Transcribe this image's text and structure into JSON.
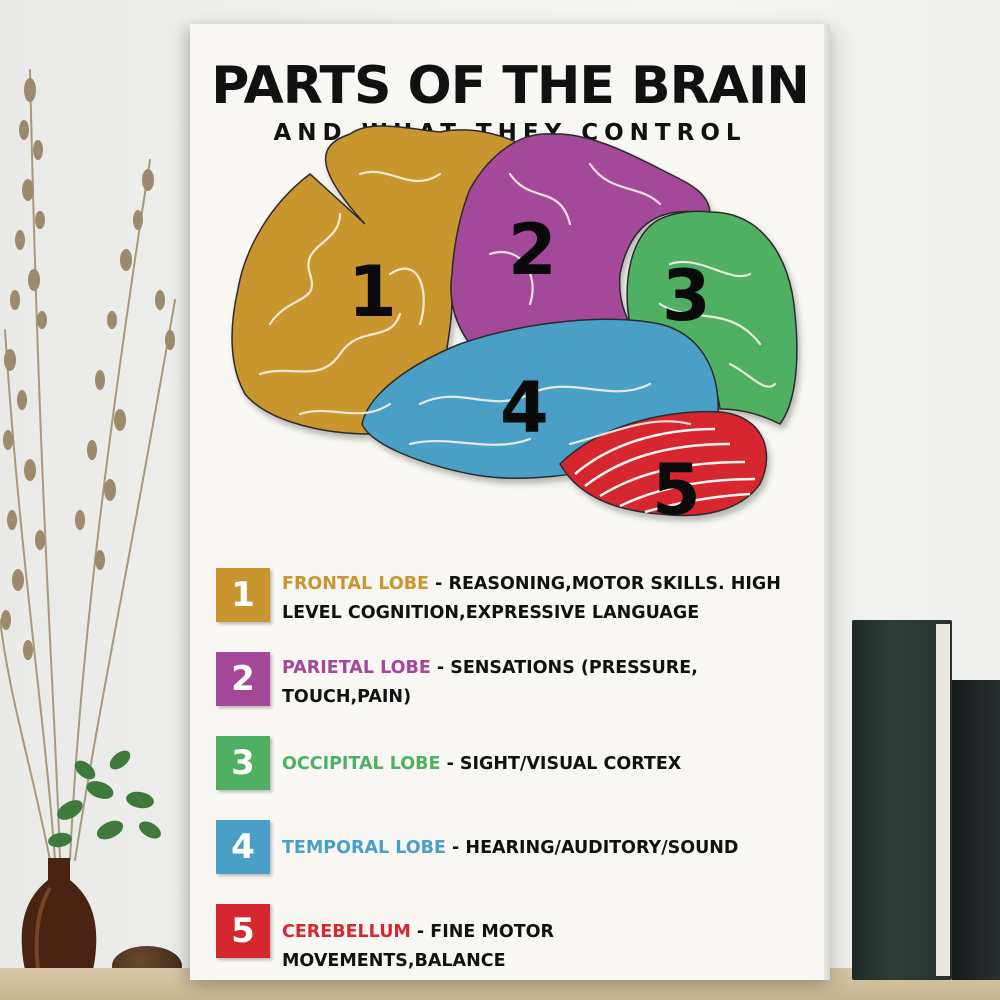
{
  "poster": {
    "title": "PARTS OF THE BRAIN",
    "subtitle": "AND WHAT THEY CONTROL",
    "lobes": [
      {
        "number": "1",
        "color": "#c9952f"
      },
      {
        "number": "2",
        "color": "#a4489a"
      },
      {
        "number": "3",
        "color": "#4fb063"
      },
      {
        "number": "4",
        "color": "#4a9fc6"
      },
      {
        "number": "5",
        "color": "#d6262f"
      }
    ],
    "legend": [
      {
        "number": "1",
        "name": "FRONTAL LOBE",
        "description": " - REASONING,MOTOR SKILLS. HIGH LEVEL COGNITION,EXPRESSIVE LANGUAGE",
        "color": "#c9952f"
      },
      {
        "number": "2",
        "name": "PARIETAL LOBE",
        "description": " - SENSATIONS (PRESSURE, TOUCH,PAIN)",
        "color": "#a4489a"
      },
      {
        "number": "3",
        "name": "OCCIPITAL LOBE",
        "description": " - SIGHT/VISUAL CORTEX",
        "color": "#4fb063"
      },
      {
        "number": "4",
        "name": "TEMPORAL LOBE",
        "description": " - HEARING/AUDITORY/SOUND",
        "color": "#4a9fc6"
      },
      {
        "number": "5",
        "name": "CEREBELLUM",
        "description": " - FINE MOTOR MOVEMENTS,BALANCE",
        "color": "#d6262f"
      }
    ]
  },
  "scene": {
    "wall_color": "#f1f1ef",
    "shelf_color": "#d2bf9c",
    "book_color": "#2a3633",
    "vase_color": "#4a2412",
    "plant_color": "#3f7a3c",
    "dried_flower_color": "#9b8a6c"
  }
}
